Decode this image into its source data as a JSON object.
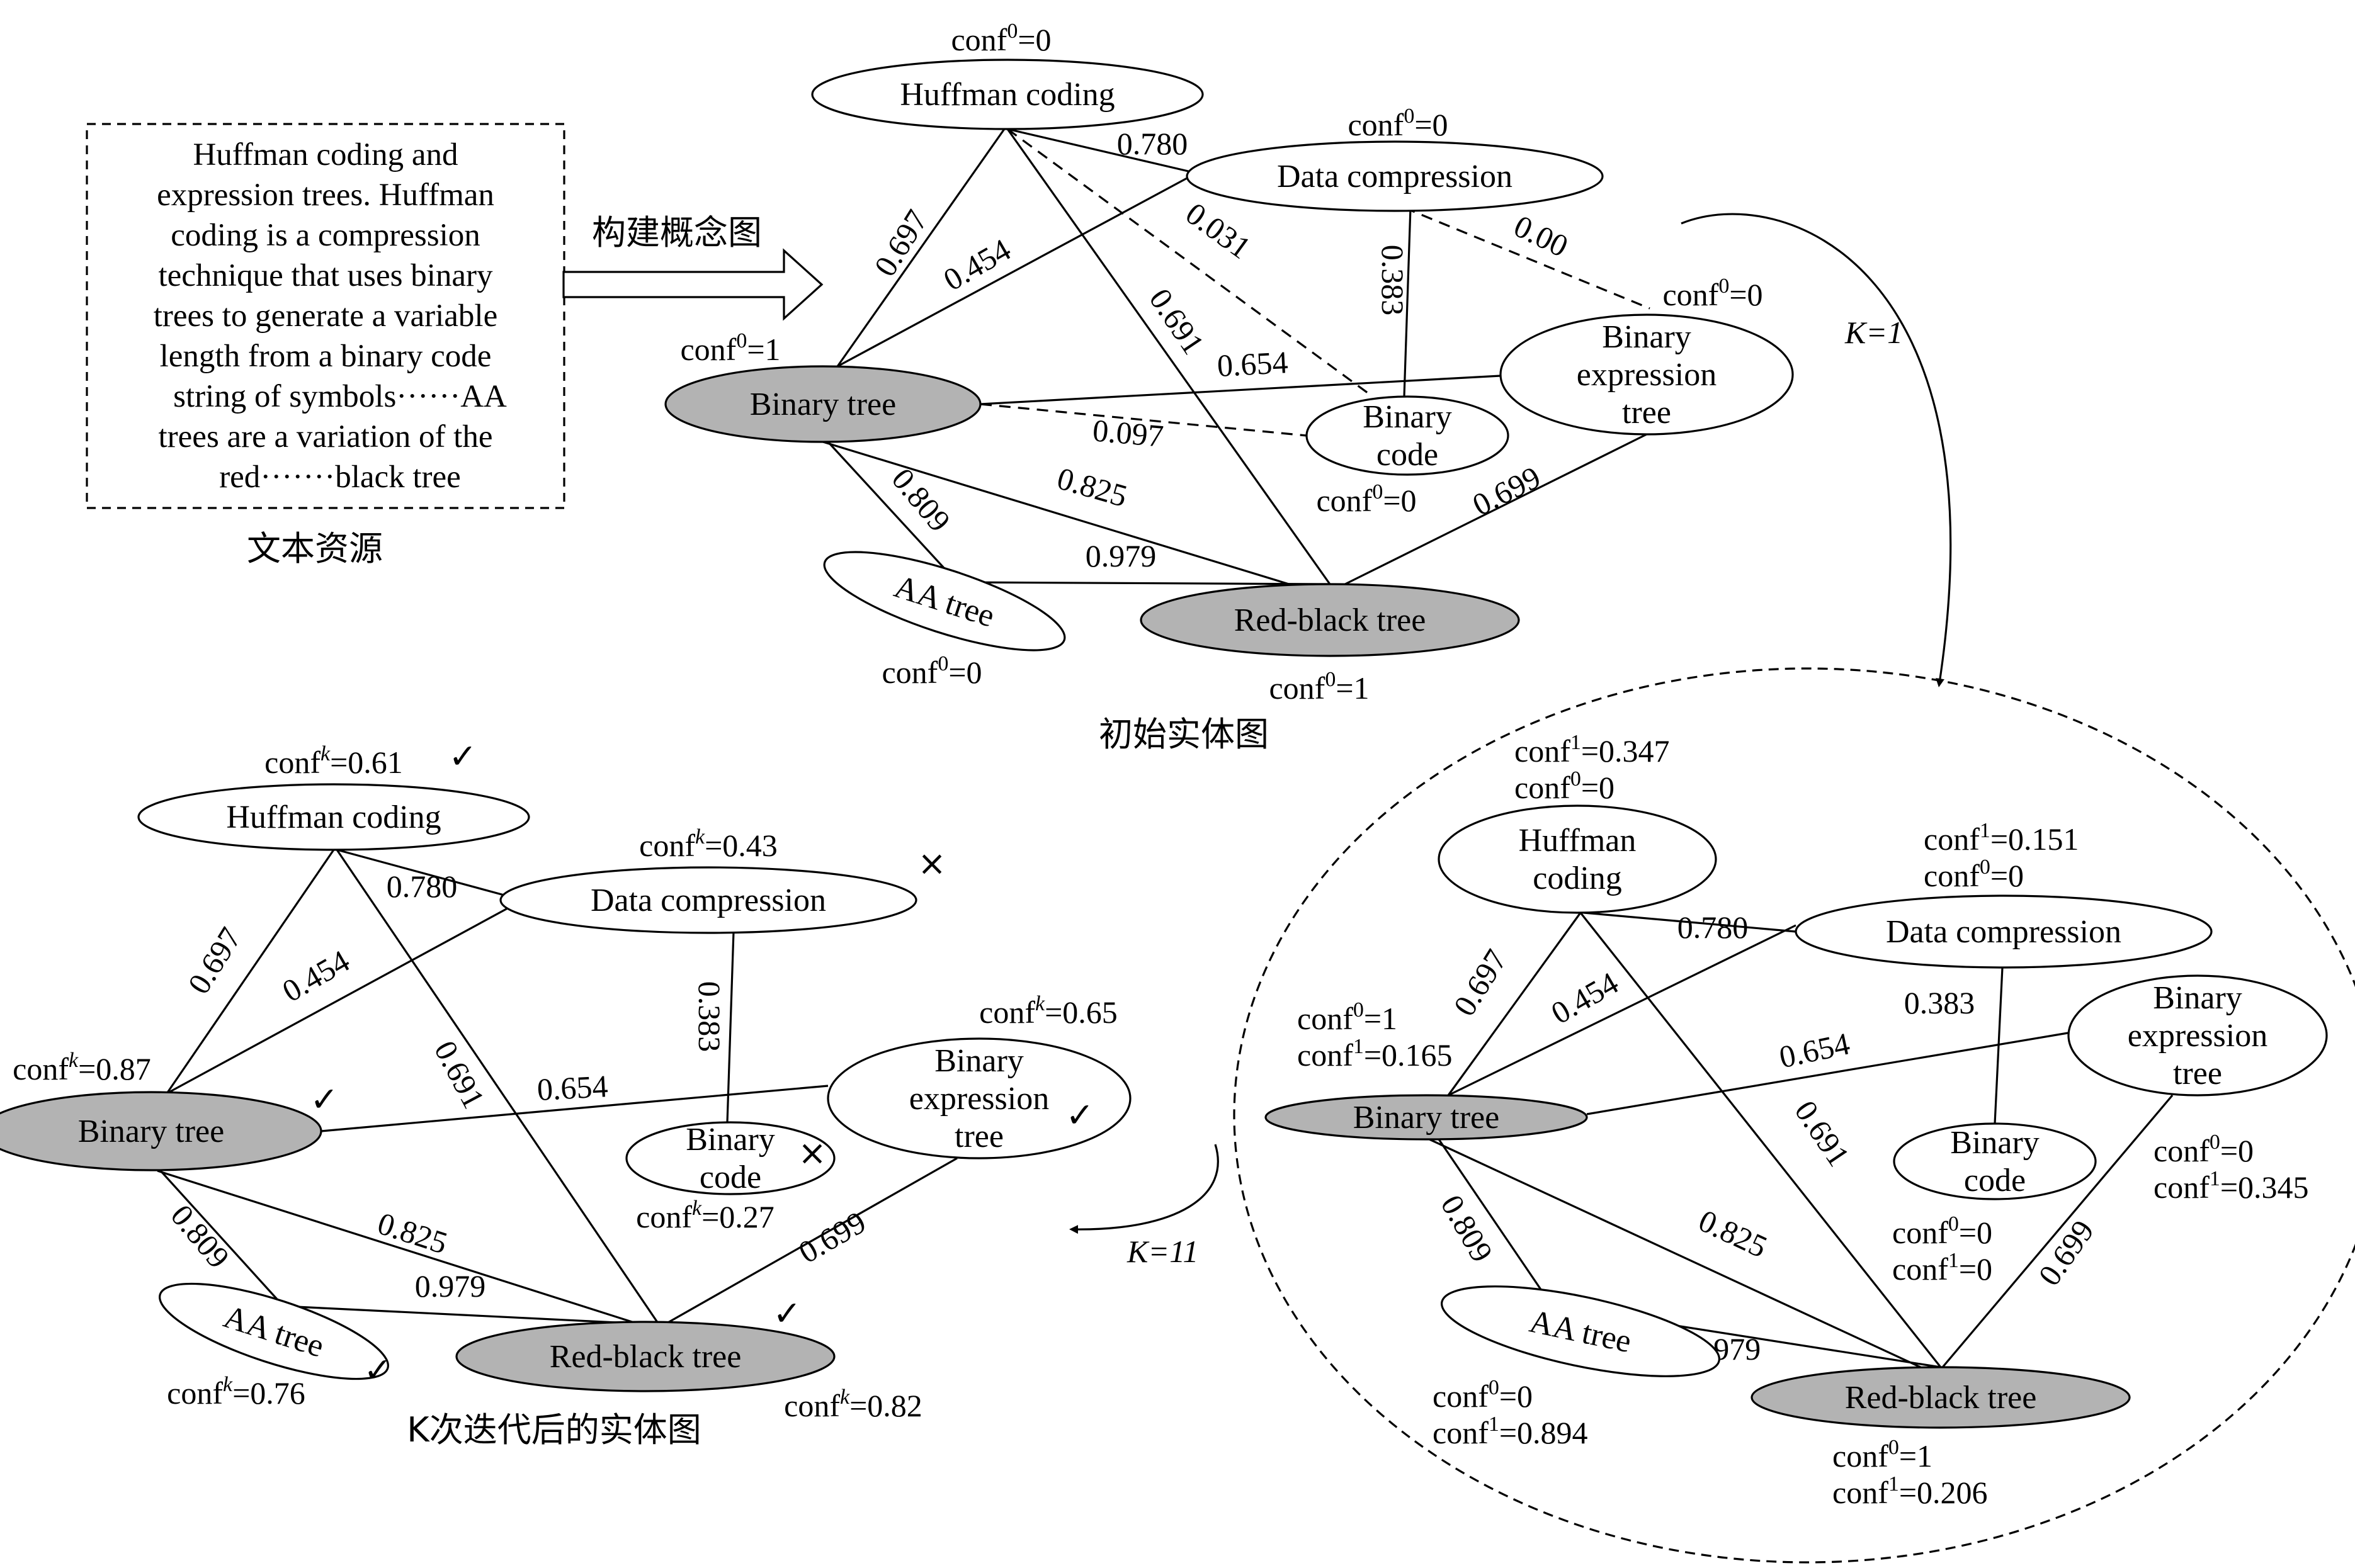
{
  "source_box": {
    "lines": [
      "Huffman coding and",
      "expression trees. Huffman",
      "coding is a compression",
      "technique that uses binary",
      "trees to generate a variable",
      "length  from a binary code",
      "string of symbols······AA",
      "trees are a variation of the",
      "red·······black tree"
    ],
    "caption": "文本资源"
  },
  "arrow_label": "构建概念图",
  "k1_label": "K=1",
  "k11_label": "K=11",
  "graphs": [
    {
      "id": "initial",
      "caption": "初始实体图",
      "nodes": [
        {
          "key": "huffman",
          "lines": [
            "Huffman coding"
          ]
        },
        {
          "key": "datacomp",
          "lines": [
            "Data compression"
          ]
        },
        {
          "key": "binexp",
          "lines": [
            "Binary",
            "expression",
            "tree"
          ]
        },
        {
          "key": "bintree",
          "lines": [
            "Binary tree"
          ],
          "highlight": true
        },
        {
          "key": "bincode",
          "lines": [
            "Binary",
            "code"
          ]
        },
        {
          "key": "aa",
          "lines": [
            "AA tree"
          ]
        },
        {
          "key": "redblack",
          "lines": [
            "Red-black tree"
          ],
          "highlight": true
        }
      ],
      "edges": [
        {
          "a": "huffman",
          "b": "datacomp",
          "w": "0.780"
        },
        {
          "a": "huffman",
          "b": "bintree",
          "w": "0.697"
        },
        {
          "a": "datacomp",
          "b": "bintree",
          "w": "0.454"
        },
        {
          "a": "huffman",
          "b": "bincode",
          "w": "0.031",
          "dashed": true
        },
        {
          "a": "datacomp",
          "b": "binexp",
          "w": "0.00",
          "dashed": true
        },
        {
          "a": "datacomp",
          "b": "bincode",
          "w": "0.383"
        },
        {
          "a": "huffman",
          "b": "redblack",
          "w": "0.691"
        },
        {
          "a": "bintree",
          "b": "binexp",
          "w": "0.654"
        },
        {
          "a": "bintree",
          "b": "bincode",
          "w": "0.097",
          "dashed": true
        },
        {
          "a": "bintree",
          "b": "redblack",
          "w": "0.825"
        },
        {
          "a": "bintree",
          "b": "aa",
          "w": "0.809"
        },
        {
          "a": "aa",
          "b": "redblack",
          "w": "0.979"
        },
        {
          "a": "binexp",
          "b": "redblack",
          "w": "0.699"
        }
      ],
      "conf_labels": [
        {
          "node": "huffman",
          "entries": [
            {
              "k": "0",
              "v": "0"
            }
          ]
        },
        {
          "node": "datacomp",
          "entries": [
            {
              "k": "0",
              "v": "0"
            }
          ]
        },
        {
          "node": "binexp",
          "entries": [
            {
              "k": "0",
              "v": "0"
            }
          ]
        },
        {
          "node": "bintree",
          "entries": [
            {
              "k": "0",
              "v": "1"
            }
          ]
        },
        {
          "node": "bincode",
          "entries": [
            {
              "k": "0",
              "v": "0"
            }
          ]
        },
        {
          "node": "aa",
          "entries": [
            {
              "k": "0",
              "v": "0"
            }
          ]
        },
        {
          "node": "redblack",
          "entries": [
            {
              "k": "0",
              "v": "1"
            }
          ]
        }
      ]
    },
    {
      "id": "iter1",
      "caption": "",
      "nodes": [
        {
          "key": "huffman",
          "lines": [
            "Huffman",
            "coding"
          ]
        },
        {
          "key": "datacomp",
          "lines": [
            "Data compression"
          ]
        },
        {
          "key": "binexp",
          "lines": [
            "Binary",
            "expression",
            "tree"
          ]
        },
        {
          "key": "bintree",
          "lines": [
            "Binary tree"
          ],
          "highlight": true
        },
        {
          "key": "bincode",
          "lines": [
            "Binary",
            "code"
          ]
        },
        {
          "key": "aa",
          "lines": [
            "AA tree"
          ]
        },
        {
          "key": "redblack",
          "lines": [
            "Red-black tree"
          ],
          "highlight": true
        }
      ],
      "edges": [
        {
          "a": "huffman",
          "b": "datacomp",
          "w": "0.780"
        },
        {
          "a": "huffman",
          "b": "bintree",
          "w": "0.697"
        },
        {
          "a": "datacomp",
          "b": "bintree",
          "w": "0.454"
        },
        {
          "a": "datacomp",
          "b": "bincode",
          "w": "0.383"
        },
        {
          "a": "huffman",
          "b": "redblack",
          "w": "0.691"
        },
        {
          "a": "bintree",
          "b": "binexp",
          "w": "0.654"
        },
        {
          "a": "bintree",
          "b": "redblack",
          "w": "0.825"
        },
        {
          "a": "bintree",
          "b": "aa",
          "w": "0.809"
        },
        {
          "a": "aa",
          "b": "redblack",
          "w": "0.979"
        },
        {
          "a": "binexp",
          "b": "redblack",
          "w": "0.699"
        }
      ],
      "conf_labels": [
        {
          "node": "huffman",
          "entries": [
            {
              "k": "1",
              "v": "0.347"
            },
            {
              "k": "0",
              "v": "0"
            }
          ]
        },
        {
          "node": "datacomp",
          "entries": [
            {
              "k": "1",
              "v": "0.151"
            },
            {
              "k": "0",
              "v": "0"
            }
          ]
        },
        {
          "node": "bintree",
          "entries": [
            {
              "k": "0",
              "v": "1"
            },
            {
              "k": "1",
              "v": "0.165"
            }
          ]
        },
        {
          "node": "binexp",
          "entries": [
            {
              "k": "0",
              "v": "0"
            },
            {
              "k": "1",
              "v": "0.345"
            }
          ]
        },
        {
          "node": "bincode",
          "entries": [
            {
              "k": "0",
              "v": "0"
            },
            {
              "k": "1",
              "v": "0"
            }
          ]
        },
        {
          "node": "aa",
          "entries": [
            {
              "k": "0",
              "v": "0"
            },
            {
              "k": "1",
              "v": "0.894"
            }
          ]
        },
        {
          "node": "redblack",
          "entries": [
            {
              "k": "0",
              "v": "1"
            },
            {
              "k": "1",
              "v": "0.206"
            }
          ]
        }
      ]
    },
    {
      "id": "iterK",
      "caption": "K次迭代后的实体图",
      "nodes": [
        {
          "key": "huffman",
          "lines": [
            "Huffman coding"
          ]
        },
        {
          "key": "datacomp",
          "lines": [
            "Data compression"
          ]
        },
        {
          "key": "binexp",
          "lines": [
            "Binary",
            "expression",
            "tree"
          ]
        },
        {
          "key": "bintree",
          "lines": [
            "Binary tree"
          ],
          "highlight": true
        },
        {
          "key": "bincode",
          "lines": [
            "Binary",
            "code"
          ]
        },
        {
          "key": "aa",
          "lines": [
            "AA tree"
          ]
        },
        {
          "key": "redblack",
          "lines": [
            "Red-black tree"
          ],
          "highlight": true
        }
      ],
      "edges": [
        {
          "a": "huffman",
          "b": "datacomp",
          "w": "0.780"
        },
        {
          "a": "huffman",
          "b": "bintree",
          "w": "0.697"
        },
        {
          "a": "datacomp",
          "b": "bintree",
          "w": "0.454"
        },
        {
          "a": "datacomp",
          "b": "bincode",
          "w": "0.383"
        },
        {
          "a": "huffman",
          "b": "redblack",
          "w": "0.691"
        },
        {
          "a": "bintree",
          "b": "binexp",
          "w": "0.654"
        },
        {
          "a": "bintree",
          "b": "redblack",
          "w": "0.825"
        },
        {
          "a": "bintree",
          "b": "aa",
          "w": "0.809"
        },
        {
          "a": "aa",
          "b": "redblack",
          "w": "0.979"
        },
        {
          "a": "binexp",
          "b": "redblack",
          "w": "0.699"
        }
      ],
      "conf_labels": [
        {
          "node": "huffman",
          "entries": [
            {
              "k": "k",
              "v": "0.61"
            }
          ],
          "mark": "✓"
        },
        {
          "node": "datacomp",
          "entries": [
            {
              "k": "k",
              "v": "0.43"
            }
          ],
          "mark": "×"
        },
        {
          "node": "binexp",
          "entries": [
            {
              "k": "k",
              "v": "0.65"
            }
          ],
          "mark": "✓"
        },
        {
          "node": "bintree",
          "entries": [
            {
              "k": "k",
              "v": "0.87"
            }
          ],
          "mark": "✓"
        },
        {
          "node": "bincode",
          "entries": [
            {
              "k": "k",
              "v": "0.27"
            }
          ],
          "mark": "×"
        },
        {
          "node": "aa",
          "entries": [
            {
              "k": "k",
              "v": "0.76"
            }
          ],
          "mark": "✓"
        },
        {
          "node": "redblack",
          "entries": [
            {
              "k": "k",
              "v": "0.82"
            }
          ],
          "mark": "✓"
        }
      ]
    }
  ]
}
